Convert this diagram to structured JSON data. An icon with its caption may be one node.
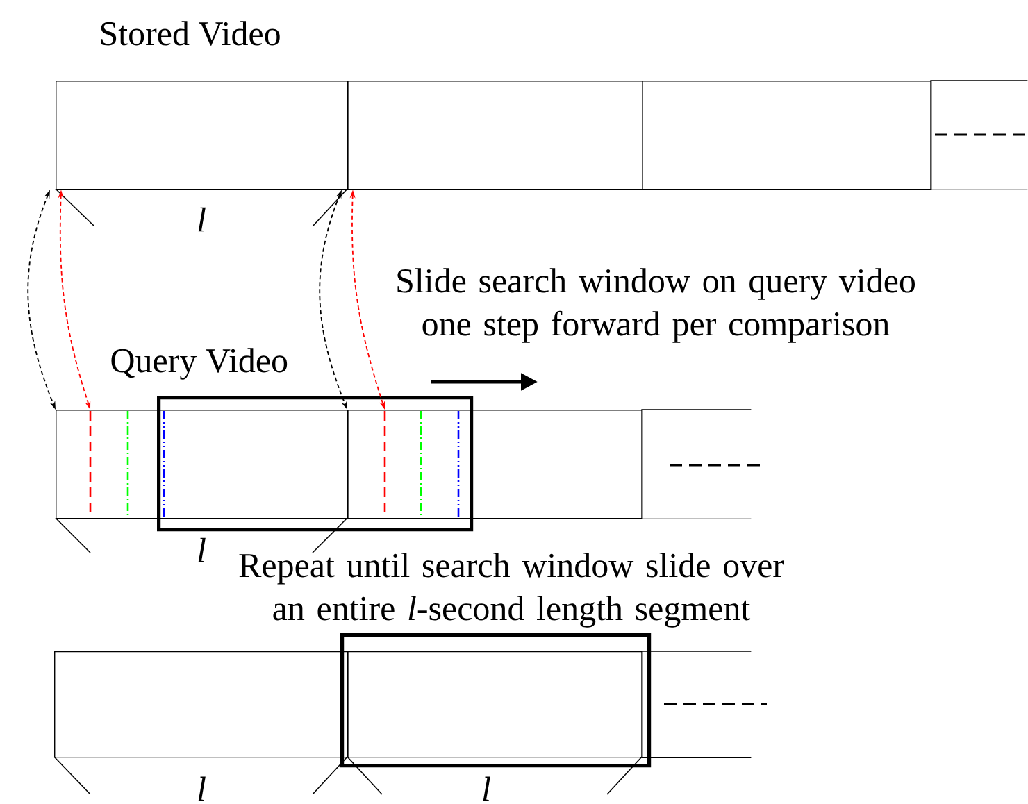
{
  "diagram": {
    "nodes": [
      {
        "text": [],
        "shape": "box",
        "beside": [
          "l"
        ]
      },
      {
        "text": [],
        "shape": "box"
      },
      {
        "text": [],
        "shape": "box"
      },
      {
        "text": [],
        "shape": "box"
      },
      {
        "text": [],
        "shape": "box",
        "beside": [
          "l"
        ]
      },
      {
        "text": [],
        "shape": "box"
      },
      {
        "text": [],
        "shape": "box"
      },
      {
        "text": [],
        "shape": "box"
      },
      {
        "text": [],
        "shape": "box",
        "beside": [
          "l"
        ]
      },
      {
        "text": [],
        "shape": "box"
      },
      {
        "text": [],
        "shape": "box",
        "in": 9,
        "beside": [
          "l"
        ]
      },
      {
        "text": [],
        "shape": "box"
      }
    ],
    "edges": [
      {
        "from": 0,
        "to": 4,
        "arrow": "both",
        "style": "dashed"
      },
      {
        "from": 0,
        "to": 4,
        "arrow": "both",
        "style": "dashed",
        "color": "#ff0000"
      },
      {
        "from": 1,
        "to": 5,
        "arrow": "both",
        "style": "dashed"
      },
      {
        "from": 1,
        "to": 5,
        "arrow": "both",
        "style": "dashed",
        "color": "#ff0000"
      }
    ],
    "labels": [
      "Stored Video",
      "Slide search window on query video one step forward per comparison",
      "Query Video",
      "Repeat until search window slide over an entire *l*-second length segment"
    ]
  }
}
